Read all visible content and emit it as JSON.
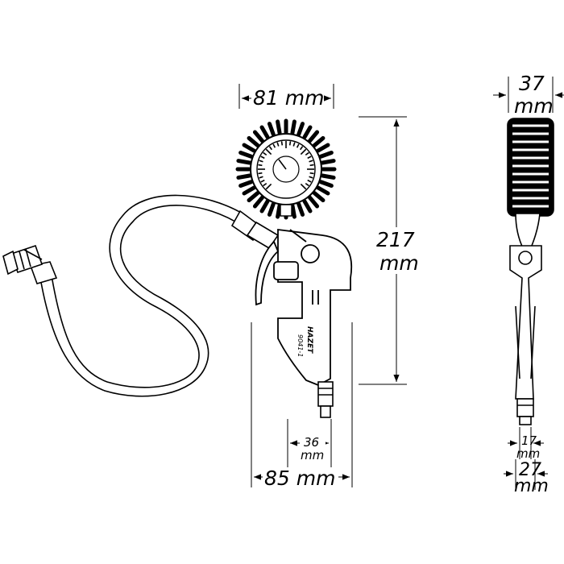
{
  "drawing": {
    "dimensions": {
      "gauge_width": "81 mm",
      "total_height_value": "217",
      "total_height_unit": "mm",
      "total_width": "85 mm",
      "coupler_value": "36",
      "coupler_unit": "mm",
      "side_width_value": "37",
      "side_width_unit": "mm",
      "side_coupler_value": "17",
      "side_coupler_unit": "mm",
      "side_base_value": "27",
      "side_base_unit": "mm"
    },
    "brand_text": "HAZET",
    "model_text": "9041-1"
  }
}
